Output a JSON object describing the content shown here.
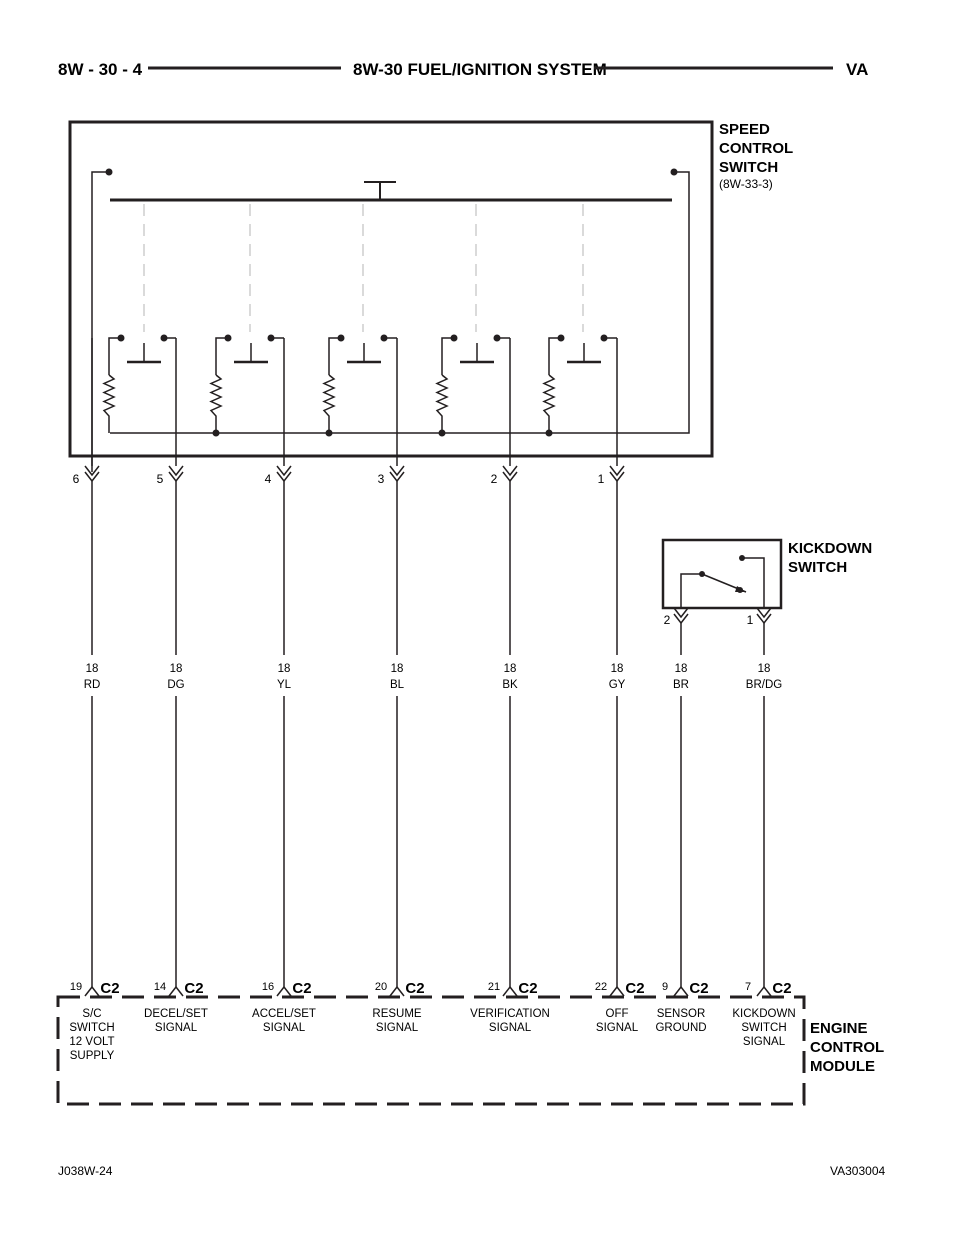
{
  "header": {
    "page_number": "8W - 30 - 4",
    "section_title": "8W-30 FUEL/IGNITION SYSTEM",
    "vehicle_code": "VA"
  },
  "speed_control_switch": {
    "title_lines": [
      "SPEED",
      "CONTROL",
      "SWITCH"
    ],
    "reference": "(8W-33-3)"
  },
  "kickdown_switch": {
    "title_lines": [
      "KICKDOWN",
      "SWITCH"
    ]
  },
  "engine_control_module": {
    "title_lines": [
      "ENGINE",
      "CONTROL",
      "MODULE"
    ]
  },
  "circuits": [
    {
      "switch_pin": "6",
      "gauge": "18",
      "color": "RD",
      "ecm_pin": "19",
      "connector": "C2",
      "function_lines": [
        "S/C",
        "SWITCH",
        "12 VOLT",
        "SUPPLY"
      ]
    },
    {
      "switch_pin": "5",
      "gauge": "18",
      "color": "DG",
      "ecm_pin": "14",
      "connector": "C2",
      "function_lines": [
        "DECEL/SET",
        "SIGNAL"
      ]
    },
    {
      "switch_pin": "4",
      "gauge": "18",
      "color": "YL",
      "ecm_pin": "16",
      "connector": "C2",
      "function_lines": [
        "ACCEL/SET",
        "SIGNAL"
      ]
    },
    {
      "switch_pin": "3",
      "gauge": "18",
      "color": "BL",
      "ecm_pin": "20",
      "connector": "C2",
      "function_lines": [
        "RESUME",
        "SIGNAL"
      ]
    },
    {
      "switch_pin": "2",
      "gauge": "18",
      "color": "BK",
      "ecm_pin": "21",
      "connector": "C2",
      "function_lines": [
        "VERIFICATION",
        "SIGNAL"
      ]
    },
    {
      "switch_pin": "1",
      "gauge": "18",
      "color": "GY",
      "ecm_pin": "22",
      "connector": "C2",
      "function_lines": [
        "OFF",
        "SIGNAL"
      ]
    },
    {
      "switch_pin": "2",
      "gauge": "18",
      "color": "BR",
      "ecm_pin": "9",
      "connector": "C2",
      "function_lines": [
        "SENSOR",
        "GROUND"
      ]
    },
    {
      "switch_pin": "1",
      "gauge": "18",
      "color": "BR/DG",
      "ecm_pin": "7",
      "connector": "C2",
      "function_lines": [
        "KICKDOWN",
        "SWITCH",
        "SIGNAL"
      ]
    }
  ],
  "footer": {
    "left_code": "J038W-24",
    "right_code": "VA303004"
  },
  "colors": {
    "ink": "#231f20",
    "dash_gray": "#b5b5b5",
    "background": "#ffffff"
  }
}
